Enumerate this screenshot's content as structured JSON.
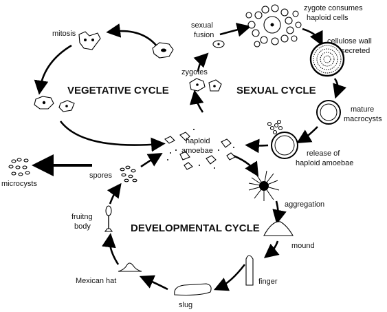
{
  "cycles": {
    "vegetative": "VEGETATIVE CYCLE",
    "sexual": "SEXUAL CYCLE",
    "developmental": "DEVELOPMENTAL CYCLE"
  },
  "labels": {
    "mitosis": "mitosis",
    "zygotes": "zygotes",
    "sexual_fusion": [
      "sexual",
      "fusion"
    ],
    "zygote_consumes": [
      "zygote consumes",
      "haploid cells"
    ],
    "cellulose_wall": [
      "cellulose wall",
      "secreted"
    ],
    "mature_macrocysts": [
      "mature",
      "macrocysts"
    ],
    "release_haploid": [
      "release of",
      "haploid amoebae"
    ],
    "haploid_amoebae": [
      "haploid",
      "amoebae"
    ],
    "microcysts": "microcysts",
    "spores": "spores",
    "fruiting_body": [
      "fruitng",
      "body"
    ],
    "aggregation": "aggregation",
    "mound": "mound",
    "finger": "finger",
    "mexican_hat": "Mexican hat",
    "slug": "slug"
  }
}
